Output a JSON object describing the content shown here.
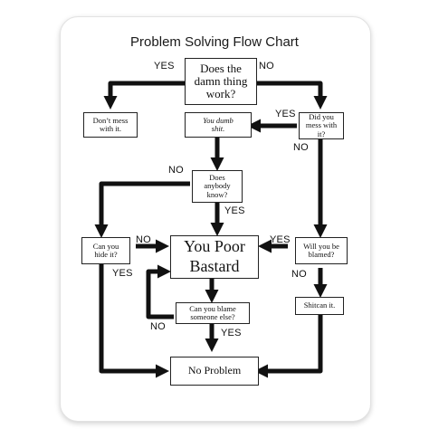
{
  "title": "Problem Solving Flow Chart",
  "nodes": {
    "work": "Does the\ndamn thing\nwork?",
    "dont_mess": "Don’t mess\nwith it.",
    "dumb": "You dumb\nshit.",
    "mess": "Did you\nmess with it?",
    "anybody": "Does\nanybody\nknow?",
    "hide": "Can you\nhide it?",
    "poor": "You Poor\nBastard",
    "blamed": "Will you be\nblamed?",
    "blame": "Can you blame\nsomeone else?",
    "shitcan": "Shitcan it.",
    "no_problem": "No Problem"
  },
  "labels": {
    "yes": "YES",
    "no": "NO"
  }
}
